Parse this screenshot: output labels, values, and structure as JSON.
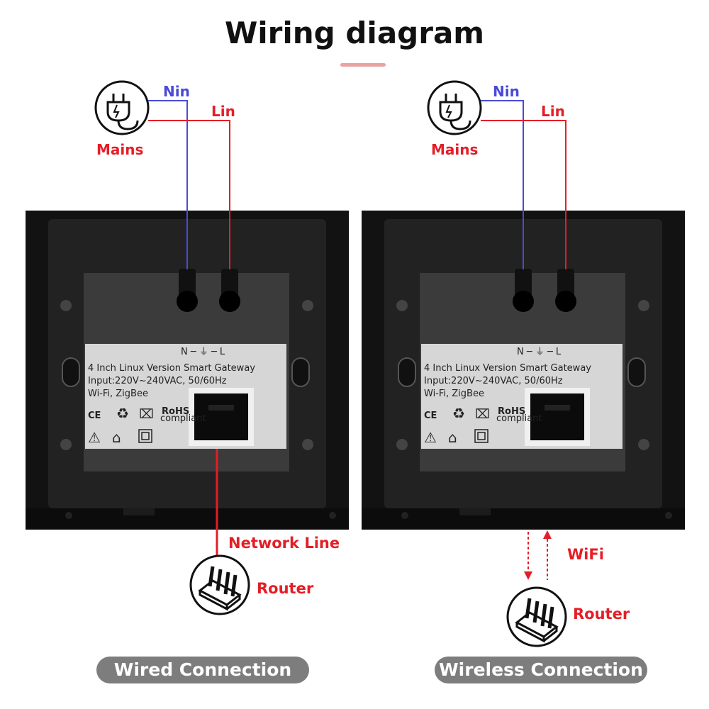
{
  "title": "Wiring diagram",
  "colors": {
    "neutral_wire": "#4a4ad8",
    "live_wire": "#e41e26",
    "network_line": "#e41e26",
    "pill_bg": "#7d7d7d"
  },
  "left": {
    "nin": "Nin",
    "lin": "Lin",
    "mains": "Mains",
    "network_line": "Network Line",
    "router": "Router",
    "caption": "Wired Connection"
  },
  "right": {
    "nin": "Nin",
    "lin": "Lin",
    "mains": "Mains",
    "wifi": "WiFi",
    "router": "Router",
    "caption": "Wireless Connection"
  },
  "device_label": {
    "terminals": "N ─ ⏚ ─ L",
    "line1": "4 Inch Linux Version Smart Gateway",
    "line2": "Input:220V~240VAC, 50/60Hz",
    "line3": "Wi-Fi, ZigBee",
    "ce": "CE",
    "rohs": "RoHS",
    "rohs_sub": "compliant"
  },
  "icons": [
    "mains-plug-icon",
    "router-icon",
    "rj45-port-icon",
    "recycle-icon",
    "weee-bin-icon",
    "warning-icon",
    "indoor-use-icon",
    "double-insulation-icon"
  ]
}
